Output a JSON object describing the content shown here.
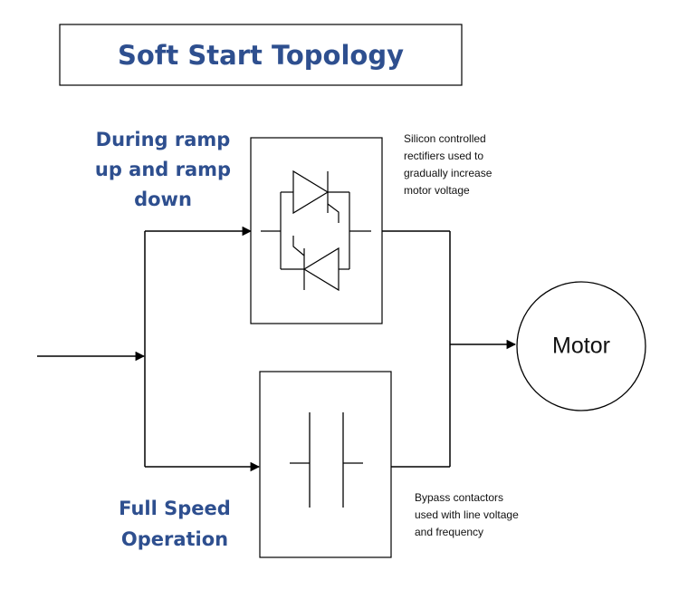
{
  "title": "Soft Start Topology",
  "ramp_label": [
    "During ramp",
    "up and ramp",
    "down"
  ],
  "full_speed_label": [
    "Full Speed",
    "Operation"
  ],
  "scr_note": [
    "Silicon controlled",
    "rectifiers used to",
    "gradually increase",
    "motor voltage"
  ],
  "bypass_note": [
    "Bypass contactors",
    "used with line voltage",
    "and frequency"
  ],
  "motor_label": "Motor",
  "colors": {
    "label": "#2e4f8f",
    "line": "#000000"
  }
}
